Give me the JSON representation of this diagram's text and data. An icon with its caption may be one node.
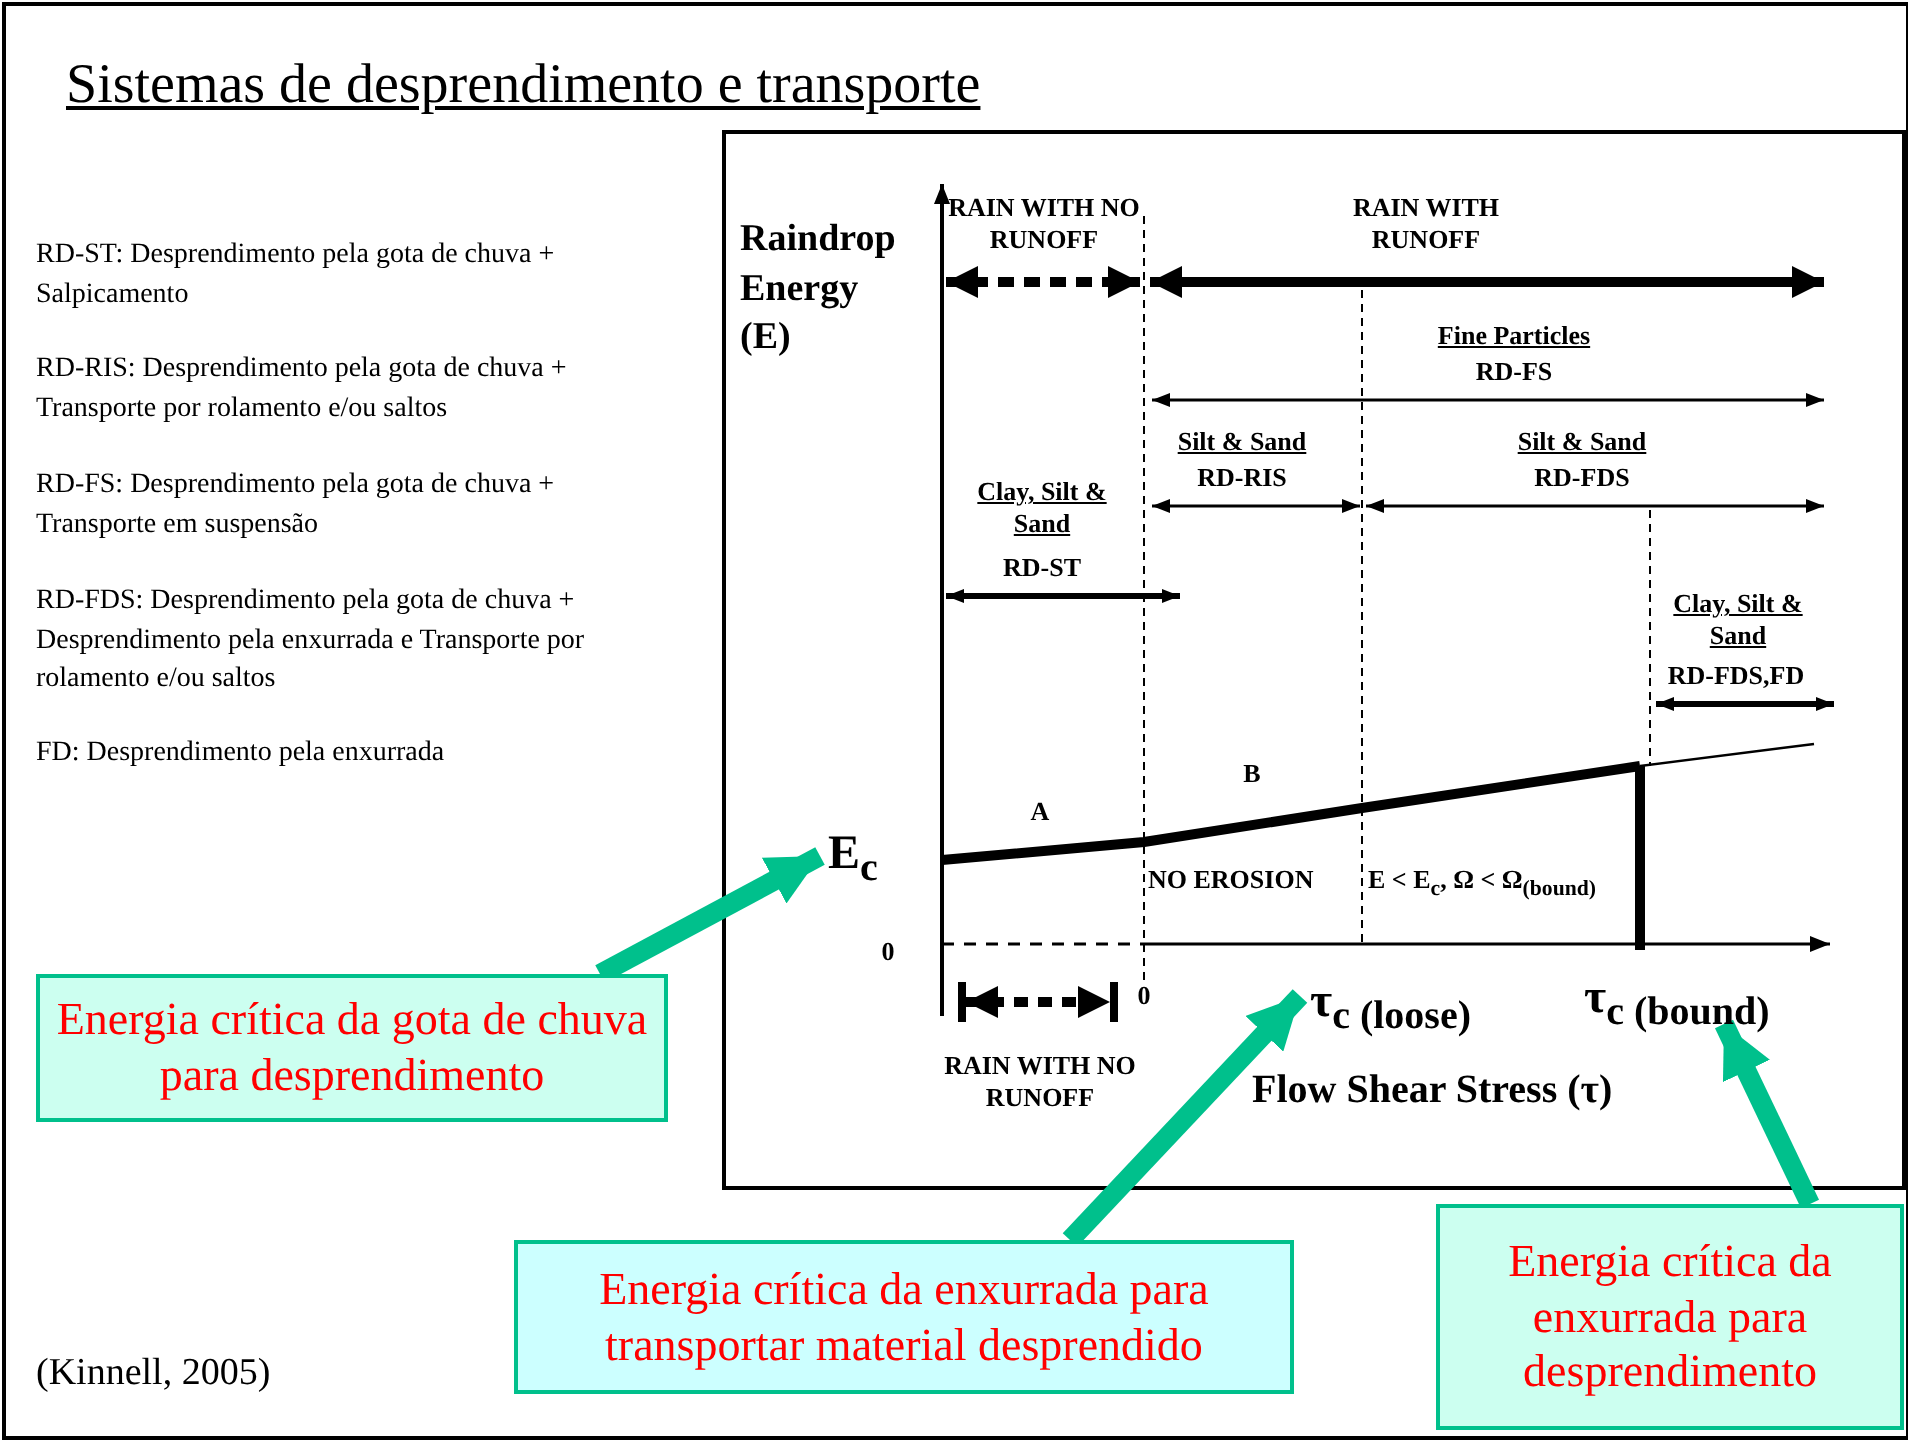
{
  "diagram": {
    "title": "Sistemas de desprendimento e transporte",
    "nodes": [
      {
        "text": [
          "Energia crítica da gota de chuva para desprendimento"
        ]
      },
      {
        "text": [
          "E$_{c}$"
        ]
      },
      {
        "text": [
          "Energia crítica da enxurrada para transportar material desprendido"
        ]
      },
      {
        "text": [
          "τ$_{c (loose)}$"
        ]
      },
      {
        "text": [
          "Energia crítica da enxurrada para desprendimento"
        ]
      },
      {
        "text": [
          "τ$_{c (bound)}$"
        ]
      }
    ],
    "edges": [
      {
        "from": 0,
        "to": 1,
        "arrow": "to"
      },
      {
        "from": 2,
        "to": 3,
        "arrow": "to"
      },
      {
        "from": 4,
        "to": 5,
        "arrow": "to"
      }
    ],
    "labels": [
      "RD-ST:  Desprendimento pela gota de chuva + Salpicamento",
      "RD-RIS: Desprendimento pela gota de chuva + Transporte por rolamento e/ou saltos",
      "RD-FS: Desprendimento pela gota de chuva + Transporte em suspensão",
      "RD-FDS: Desprendimento pela gota de chuva + Desprendimento pela enxurrada e Transporte por rolamento e/ou saltos",
      "FD: Desprendimento pela enxurrada",
      "Raindrop Energy (E)",
      "RAIN WITH NO RUNOFF",
      "RAIN WITH RUNOFF",
      "Fine Particles",
      "RD-FS",
      "Silt & Sand",
      "RD-RIS",
      "Silt & Sand",
      "RD-FDS",
      "Clay, Silt & Sand",
      "RD-ST",
      "Clay, Silt & Sand",
      "RD-FDS,FD",
      "B",
      "A",
      "NO EROSION",
      "E < E$_{c}$, Ω < Ω$_{(bound)}$",
      "0",
      "0",
      "RAIN WITH NO RUNOFF",
      "Flow Shear Stress (τ)",
      "(Kinnell, 2005)"
    ]
  }
}
